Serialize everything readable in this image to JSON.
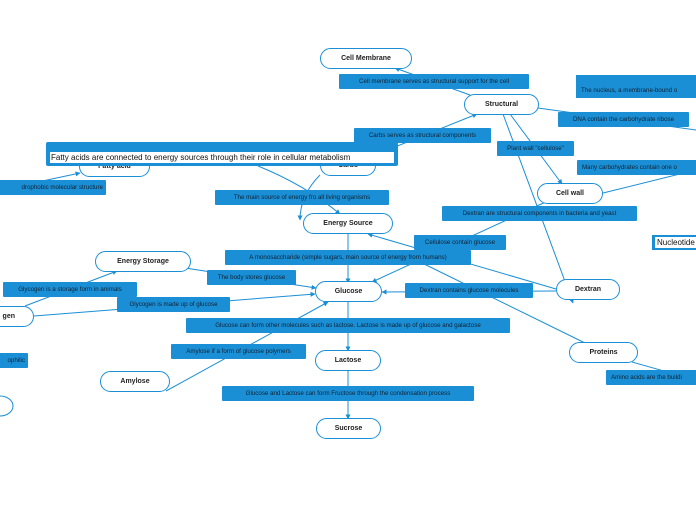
{
  "nodes": {
    "cell_membrane": "Cell Membrane",
    "structural": "Structural",
    "fatty_acid": "Fatty acid",
    "carbs": "Carbs",
    "cell_wall": "Cell wall",
    "energy_source": "Energy Source",
    "energy_storage": "Energy Storage",
    "glucose": "Glucose",
    "dextran": "Dextran",
    "glycogen": "gen",
    "proteins": "Proteins",
    "lactose": "Lactose",
    "amylose": "Amylose",
    "sucrose": "Sucrose"
  },
  "labels": {
    "cell_membrane_support": "Cell membrane serves as structural support for the cell",
    "nucleus": "The nucleus, a membrane-bound o",
    "dna_ribose": "DNA contain the carbohydrate ribose",
    "carbs_structural": "Carbs serves as structural components",
    "plant_wall": "Plant wall \"cellulose\"",
    "many_carbs": "Many carbohydrates contain one o",
    "fatty_energy": "Fatty acids are connected to energy sources through their role in cellular metabolism",
    "hydrophobic": "drophobic molecular structure",
    "main_source": "The main source of energy fro all living organisms",
    "dextran_bacteria": "Dextran are structural components in bacteria and yeast",
    "nucleotide": "Nucleotide",
    "cellulose_glucose": "Cellulose contain glucose",
    "monosaccharide": "A monosaccharide (simple sugars, main source of energy from humans)",
    "body_stores": "The body stores glucose",
    "glycogen_storage": "Glycogen is a storage form in animals",
    "dextran_glucose": "Dextran contains glucose molecules",
    "glycogen_made": "Glycogen is made up of glucose",
    "glucose_lactose": "Glucose can form other molecules such as lactose. Lactose is made up of glucose and galactose",
    "hydrophilic": "ophilic",
    "amylose_polymer": "Amylose if a form of glucose polymers",
    "amino_acids": "Amino acids are the buildi",
    "condensation": "Glucose and Lactose can form Fructose through the condensation process"
  }
}
